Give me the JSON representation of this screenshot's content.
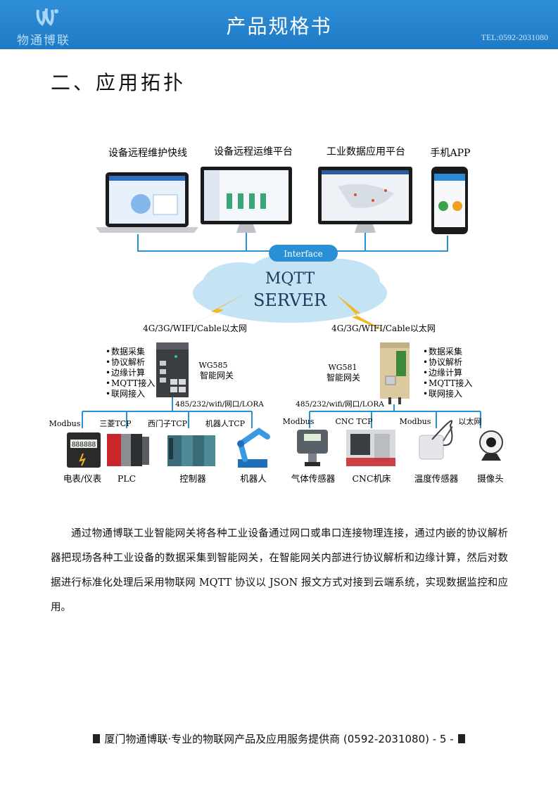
{
  "header": {
    "logo_text": "物通博联",
    "title": "产品规格书",
    "tel": "TEL:0592-2031080"
  },
  "section_title": "二、应用拓扑",
  "diagram": {
    "platforms": [
      {
        "label": "设备远程维护快线"
      },
      {
        "label": "设备远程运维平台"
      },
      {
        "label": "工业数据应用平台"
      },
      {
        "label": "手机APP"
      }
    ],
    "interface_label": "Interface",
    "server_line1": "MQTT",
    "server_line2": "SERVER",
    "network_left": "4G/3G/WIFI/Cable以太网",
    "network_right": "4G/3G/WIFI/Cable以太网",
    "gateway_left": {
      "features": [
        "数据采集",
        "协议解析",
        "边缘计算",
        "MQTT接入",
        "联网接入"
      ],
      "model": "WG585",
      "name": "智能网关",
      "ports": "485/232/wifi/网口/LORA"
    },
    "gateway_right": {
      "features": [
        "数据采集",
        "协议解析",
        "边缘计算",
        "MQTT接入",
        "联网接入"
      ],
      "model": "WG581",
      "name": "智能网关",
      "ports": "485/232/wifi/网口/LORA"
    },
    "devices_left": [
      {
        "protocol": "Modbus",
        "label": "电表/仪表"
      },
      {
        "protocol": "三菱TCP",
        "label": "PLC"
      },
      {
        "protocol": "西门子TCP",
        "label": "控制器"
      },
      {
        "protocol": "机器人TCP",
        "label": "机器人"
      }
    ],
    "devices_right": [
      {
        "protocol": "Modbus",
        "label": "气体传感器"
      },
      {
        "protocol": "CNC TCP",
        "label": "CNC机床"
      },
      {
        "protocol": "Modbus",
        "label": "温度传感器"
      },
      {
        "protocol": "以太网",
        "label": "摄像头"
      }
    ]
  },
  "body_text": "通过物通博联工业智能网关将各种工业设备通过网口或串口连接物理连接，通过内嵌的协议解析器把现场各种工业设备的数据采集到智能网关，在智能网关内部进行协议解析和边缘计算，然后对数据进行标准化处理后采用物联网 MQTT 协议以 JSON 报文方式对接到云端系统，实现数据监控和应用。",
  "footer": {
    "text": "厦门物通博联·专业的物联网产品及应用服务提供商 (0592-2031080)  - 5 -"
  },
  "colors": {
    "header_blue": "#2586d0",
    "link_blue": "#2b8fd6",
    "cloud_blue": "#bfe0f3",
    "bolt_yellow": "#f1b824"
  }
}
